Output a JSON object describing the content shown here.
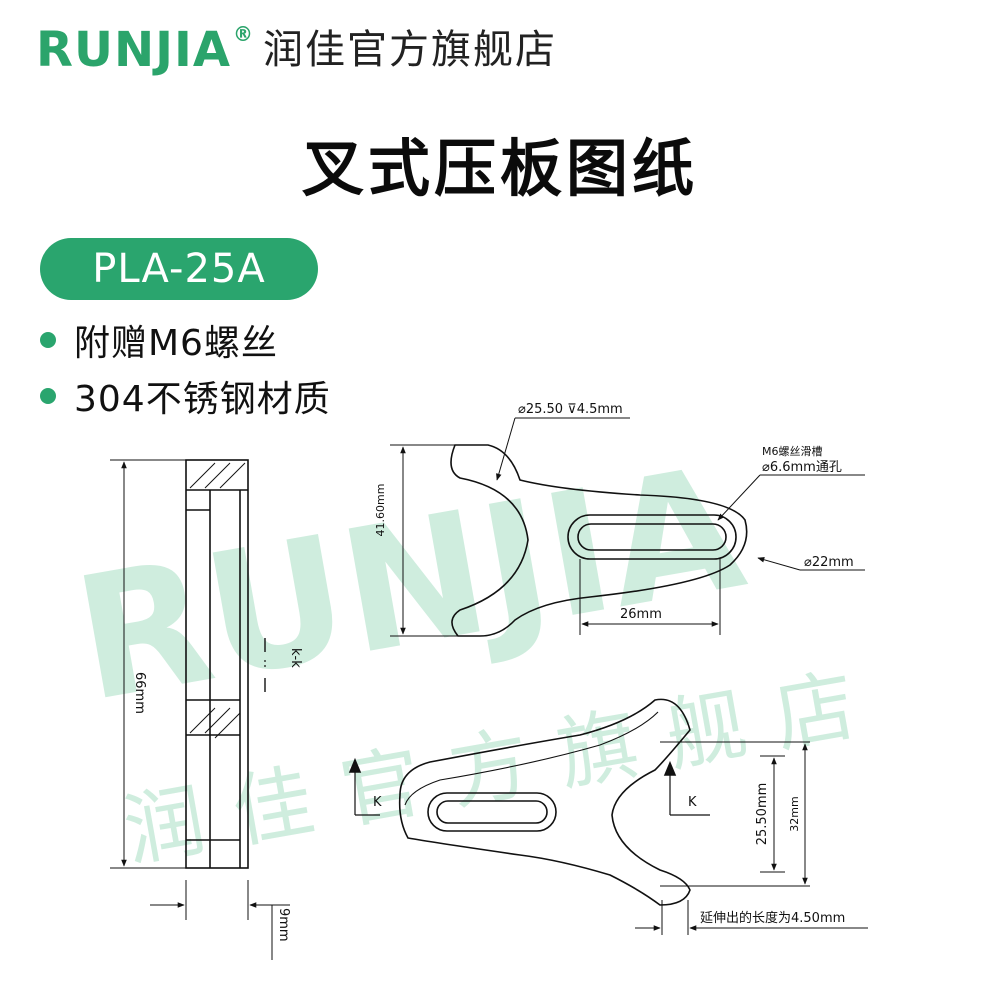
{
  "brand": {
    "logo": "RUNJIA",
    "reg": "®",
    "store_name": "润佳官方旗舰店"
  },
  "title": "叉式压板图纸",
  "model": "PLA-25A",
  "features": [
    "附赠M6螺丝",
    "304不锈钢材质"
  ],
  "watermark": {
    "logo": "RUNJIA",
    "store_name": "润佳官方旗舰店"
  },
  "drawing": {
    "dims": {
      "counterbore": "⌀25.50 ⊽4.5mm",
      "slot_title": "M6螺丝滑槽",
      "slot_hole": "⌀6.6mm通孔",
      "outer_dia": "⌀22mm",
      "height_top": "41.60mm",
      "slot_len": "26mm",
      "total_len": "66mm",
      "section": "k-k",
      "thickness": "9mm",
      "inner_width": "25.50mm",
      "outer_width": "32mm",
      "extension": "延伸出的长度为4.50mm",
      "view_mark_left": "K",
      "view_mark_right": "K"
    }
  },
  "colors": {
    "brand_green": "#2aa56e",
    "watermark_green": "#bfe7d4"
  }
}
